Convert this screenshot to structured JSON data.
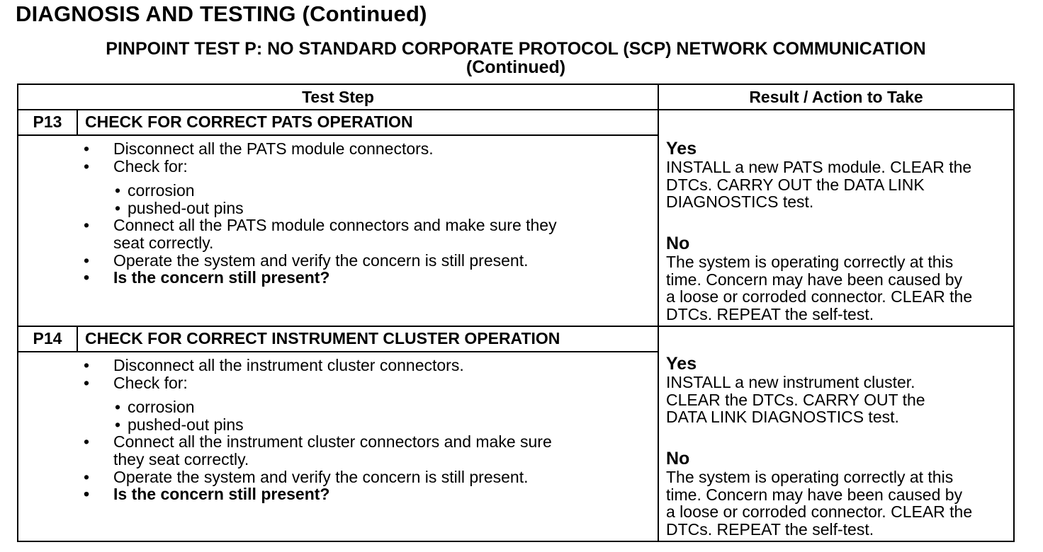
{
  "title": "DIAGNOSIS AND TESTING (Continued)",
  "subtitle_line1": "PINPOINT TEST P: NO STANDARD CORPORATE PROTOCOL (SCP) NETWORK COMMUNICATION",
  "subtitle_line2": "(Continued)",
  "table": {
    "col_test_step": "Test Step",
    "col_result": "Result / Action to Take",
    "steps": [
      {
        "id": "P13",
        "title": "CHECK FOR CORRECT PATS OPERATION",
        "bullet1": "Disconnect all the PATS module connectors.",
        "bullet2": "Check for:",
        "sub1": "corrosion",
        "sub2": "pushed-out pins",
        "bullet3a": "Connect all the PATS module connectors and make sure they",
        "bullet3b": "seat correctly.",
        "bullet4": "Operate the system and verify the concern is still present.",
        "bullet5": "Is the concern still present?",
        "yes_label": "Yes",
        "yes_l1": "INSTALL a new PATS module. CLEAR the",
        "yes_l2": "DTCs. CARRY OUT the DATA LINK",
        "yes_l3": "DIAGNOSTICS test.",
        "no_label": "No",
        "no_l1": "The system is operating correctly at this",
        "no_l2": "time. Concern may have been caused by",
        "no_l3": "a loose or corroded connector. CLEAR the",
        "no_l4": "DTCs. REPEAT the self-test."
      },
      {
        "id": "P14",
        "title": "CHECK FOR CORRECT INSTRUMENT CLUSTER OPERATION",
        "bullet1": "Disconnect all the instrument cluster connectors.",
        "bullet2": "Check for:",
        "sub1": "corrosion",
        "sub2": "pushed-out pins",
        "bullet3a": "Connect all the instrument cluster connectors and make sure",
        "bullet3b": "they seat correctly.",
        "bullet4": "Operate the system and verify the concern is still present.",
        "bullet5": "Is the concern still present?",
        "yes_label": "Yes",
        "yes_l1": "INSTALL a new instrument cluster.",
        "yes_l2": "CLEAR the DTCs. CARRY OUT the",
        "yes_l3": "DATA LINK DIAGNOSTICS test.",
        "no_label": "No",
        "no_l1": "The system is operating correctly at this",
        "no_l2": "time. Concern may have been caused by",
        "no_l3": "a loose or corroded connector. CLEAR the",
        "no_l4": "DTCs. REPEAT the self-test."
      }
    ]
  }
}
